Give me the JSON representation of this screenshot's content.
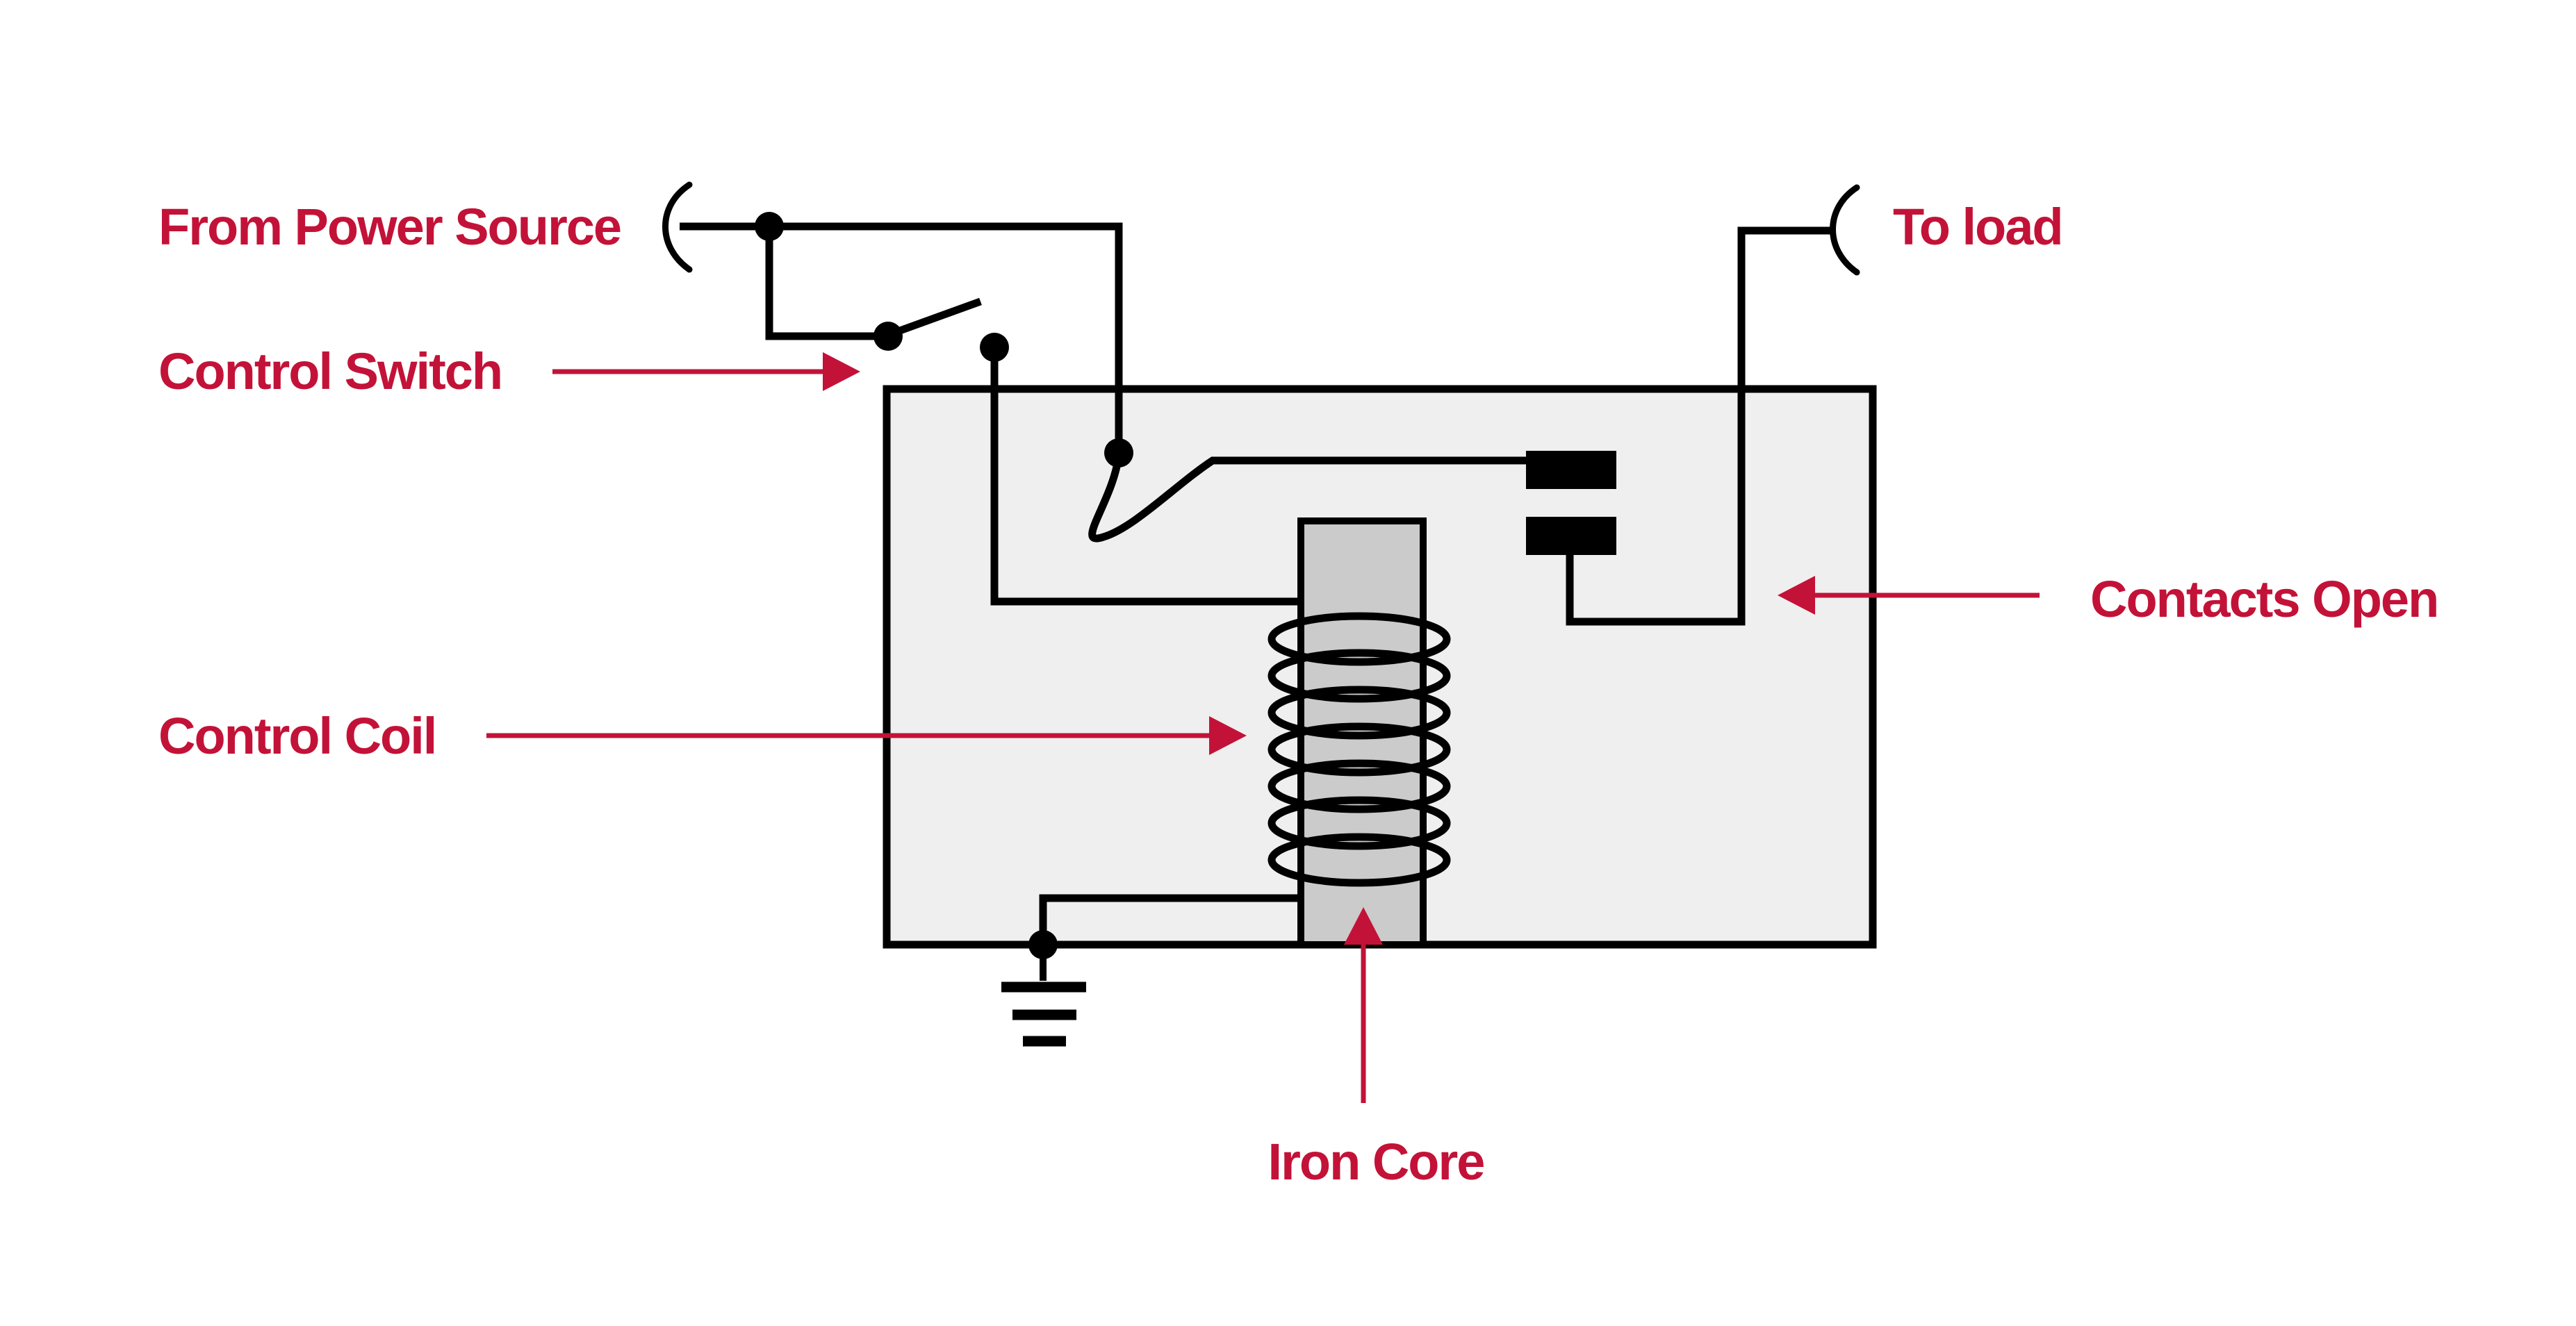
{
  "labels": {
    "from_power_source": "From Power Source",
    "control_switch": "Control Switch",
    "control_coil": "Control Coil",
    "contacts_open": "Contacts Open",
    "to_load": "To load",
    "iron_core": "Iron Core"
  },
  "colors": {
    "accent_red": "#C31238",
    "wire_black": "#000000",
    "relay_body_fill": "#EFEFEF",
    "core_fill": "#CBCBCB",
    "background": "#FFFFFF"
  }
}
